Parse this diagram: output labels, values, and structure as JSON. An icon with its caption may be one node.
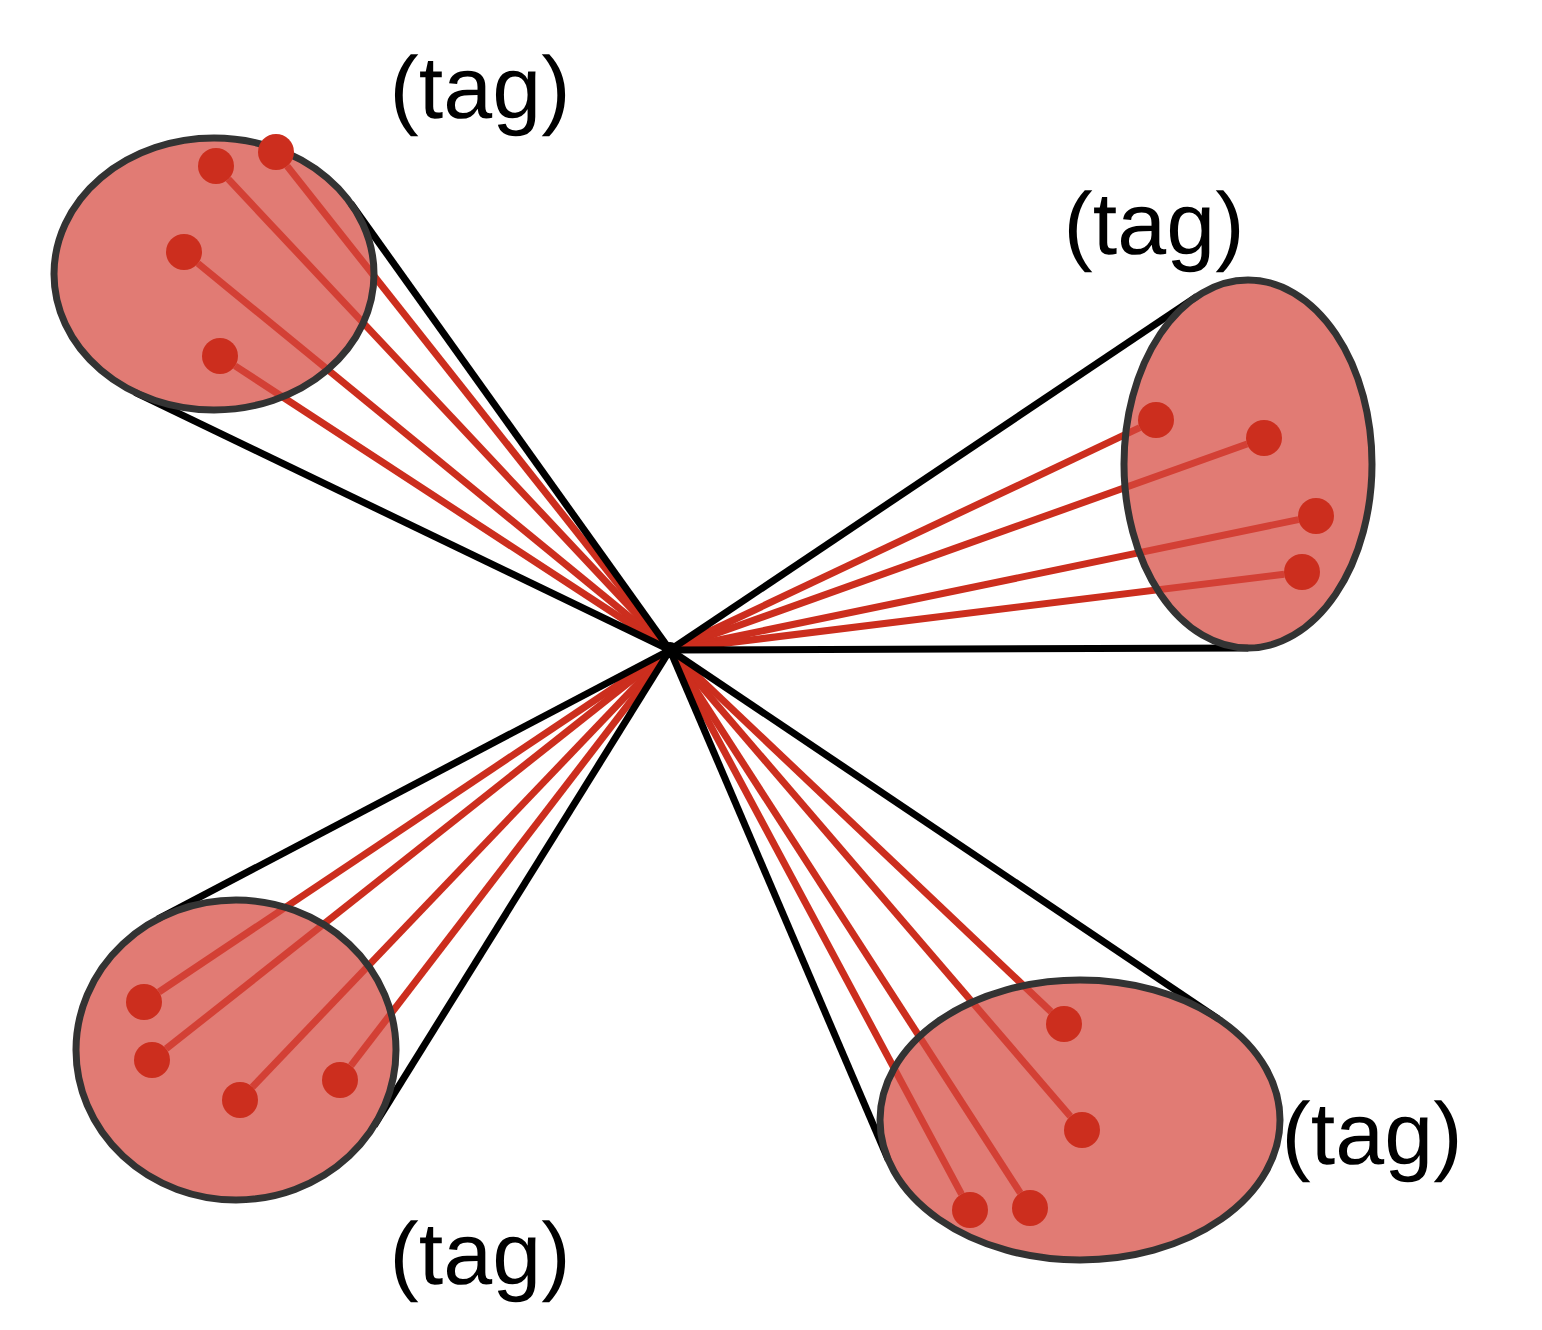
{
  "diagram": {
    "nodes": [
      {
        "text": [
          "(tag)"
        ]
      },
      {
        "text": [],
        "shape": "circle",
        "in": 0
      },
      {
        "text": [],
        "shape": "circle",
        "in": 0
      },
      {
        "text": [],
        "shape": "circle",
        "in": 0
      },
      {
        "text": [],
        "shape": "circle",
        "in": 0
      },
      {
        "text": [
          "(tag)"
        ]
      },
      {
        "text": [],
        "shape": "circle",
        "in": 5
      },
      {
        "text": [],
        "shape": "circle",
        "in": 5
      },
      {
        "text": [],
        "shape": "circle",
        "in": 5
      },
      {
        "text": [],
        "shape": "circle",
        "in": 5
      },
      {
        "text": [
          "(tag)"
        ]
      },
      {
        "text": [],
        "shape": "circle",
        "in": 10
      },
      {
        "text": [],
        "shape": "circle",
        "in": 10
      },
      {
        "text": [],
        "shape": "circle",
        "in": 10
      },
      {
        "text": [],
        "shape": "circle",
        "in": 10
      },
      {
        "text": [
          "(tag)"
        ]
      },
      {
        "text": [],
        "shape": "circle",
        "in": 15
      },
      {
        "text": [],
        "shape": "circle",
        "in": 15
      },
      {
        "text": [],
        "shape": "circle",
        "in": 15
      },
      {
        "text": [],
        "shape": "circle",
        "in": 15
      },
      {
        "text": [],
        "shape": "point"
      }
    ],
    "edges": [
      {
        "from": 1,
        "to": 20,
        "arrow": "none"
      },
      {
        "from": 2,
        "to": 20,
        "arrow": "none"
      },
      {
        "from": 3,
        "to": 20,
        "arrow": "none"
      },
      {
        "from": 4,
        "to": 20,
        "arrow": "none"
      },
      {
        "from": 6,
        "to": 20,
        "arrow": "none"
      },
      {
        "from": 7,
        "to": 20,
        "arrow": "none"
      },
      {
        "from": 8,
        "to": 20,
        "arrow": "none"
      },
      {
        "from": 9,
        "to": 20,
        "arrow": "none"
      },
      {
        "from": 11,
        "to": 20,
        "arrow": "none"
      },
      {
        "from": 12,
        "to": 20,
        "arrow": "none"
      },
      {
        "from": 13,
        "to": 20,
        "arrow": "none"
      },
      {
        "from": 14,
        "to": 20,
        "arrow": "none"
      },
      {
        "from": 16,
        "to": 20,
        "arrow": "none"
      },
      {
        "from": 17,
        "to": 20,
        "arrow": "none"
      },
      {
        "from": 18,
        "to": 20,
        "arrow": "none"
      },
      {
        "from": 19,
        "to": 20,
        "arrow": "none"
      },
      {
        "from": 20,
        "to": 0,
        "arrow": "none",
        "color": "#000000"
      },
      {
        "from": 20,
        "to": 0,
        "arrow": "none",
        "color": "#000000"
      },
      {
        "from": 20,
        "to": 5,
        "arrow": "none",
        "color": "#000000"
      },
      {
        "from": 20,
        "to": 5,
        "arrow": "none",
        "color": "#000000"
      },
      {
        "from": 20,
        "to": 10,
        "arrow": "none",
        "color": "#000000"
      },
      {
        "from": 20,
        "to": 10,
        "arrow": "none",
        "color": "#000000"
      },
      {
        "from": 20,
        "to": 15,
        "arrow": "none",
        "color": "#000000"
      },
      {
        "from": 20,
        "to": 15,
        "arrow": "none",
        "color": "#000000"
      }
    ]
  }
}
